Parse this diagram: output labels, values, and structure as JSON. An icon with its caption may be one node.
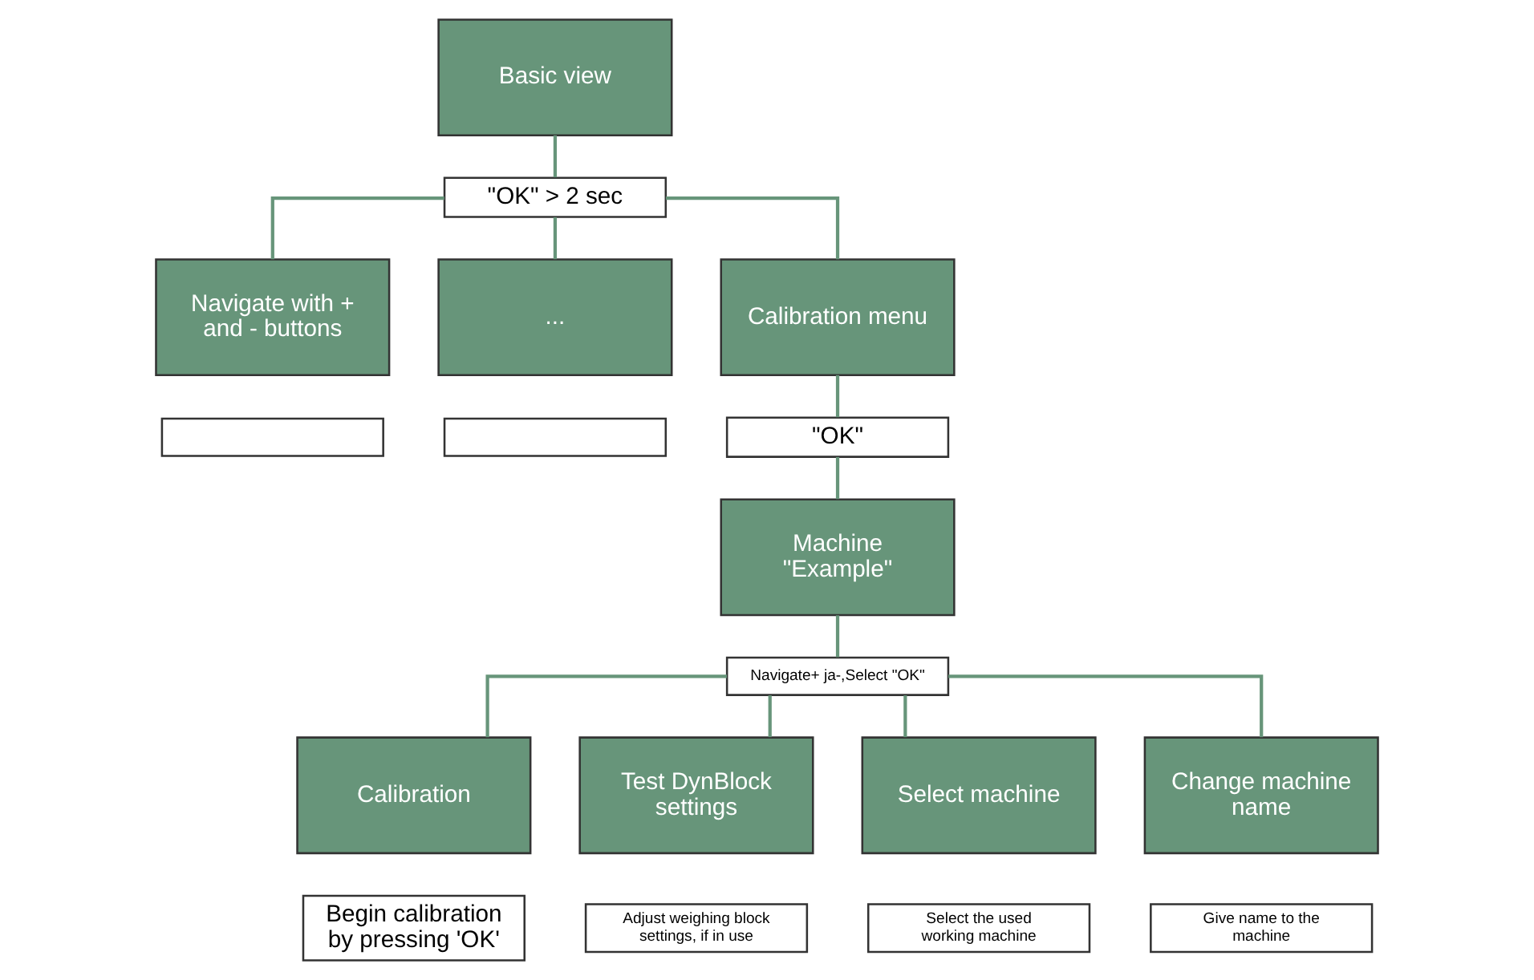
{
  "diagram": {
    "nodes": [
      {
        "text": [
          "Basic view"
        ]
      },
      {
        "text": [
          "\"OK\" > 2 sec"
        ]
      },
      {
        "text": [
          "Navigate with + and - buttons"
        ]
      },
      {
        "text": [],
        "shape": "box"
      },
      {
        "text": [
          "..."
        ]
      },
      {
        "text": [],
        "shape": "box"
      },
      {
        "text": [
          "Calibration menu"
        ]
      },
      {
        "text": [
          "\"OK\""
        ]
      },
      {
        "text": [
          "Machine \"Example\""
        ]
      },
      {
        "text": [
          "Navigate+ ja-,Select \"OK\""
        ]
      },
      {
        "text": [
          "Calibration"
        ]
      },
      {
        "text": [
          "Test DynBlock settings"
        ]
      },
      {
        "text": [
          "Select machine"
        ]
      },
      {
        "text": [
          "Change machine name"
        ]
      },
      {
        "text": [
          "Begin calibration by pressing 'OK'"
        ]
      },
      {
        "text": [
          "Adjust weighing block settings, if in use"
        ]
      },
      {
        "text": [
          "Select the used working machine"
        ]
      },
      {
        "text": [
          "Give name to the machine"
        ]
      }
    ],
    "edges": [
      {
        "from": 0,
        "to": 1,
        "arrow": "none"
      },
      {
        "from": 1,
        "to": 2,
        "arrow": "none"
      },
      {
        "from": 1,
        "to": 4,
        "arrow": "none"
      },
      {
        "from": 1,
        "to": 6,
        "arrow": "none"
      },
      {
        "from": 6,
        "to": 7,
        "arrow": "none"
      },
      {
        "from": 7,
        "to": 8,
        "arrow": "none"
      },
      {
        "from": 8,
        "to": 9,
        "arrow": "none"
      },
      {
        "from": 9,
        "to": 10,
        "arrow": "none"
      },
      {
        "from": 9,
        "to": 11,
        "arrow": "none"
      },
      {
        "from": 9,
        "to": 12,
        "arrow": "none"
      },
      {
        "from": 9,
        "to": 13,
        "arrow": "none"
      }
    ]
  }
}
